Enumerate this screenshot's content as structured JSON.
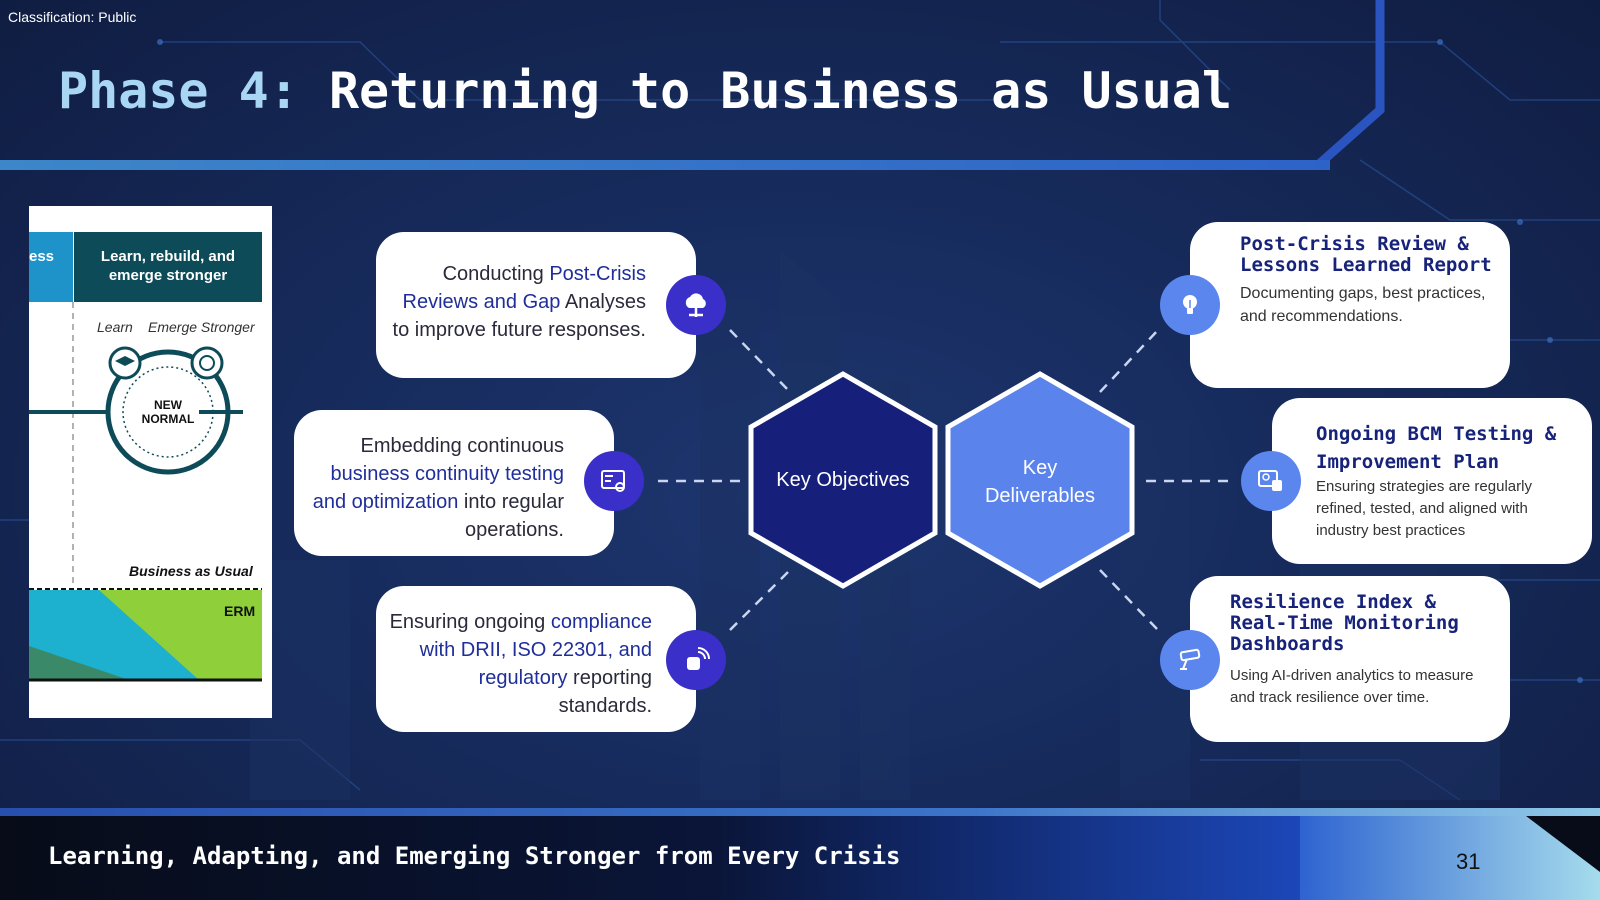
{
  "classification": "Classification: Public",
  "title": {
    "phase": "Phase 4:",
    "main": "Returning to Business as Usual"
  },
  "panel": {
    "tab_left": "ess",
    "tab_header": "Learn, rebuild, and emerge stronger",
    "learn": "Learn",
    "emerge": "Emerge Stronger",
    "new_normal": "NEW NORMAL",
    "business_as_usual": "Business as Usual",
    "erm": "ERM"
  },
  "hexagons": {
    "objectives": "Key Objectives",
    "deliverables": "Key Deliverables"
  },
  "objectives": [
    {
      "pre": "Conducting ",
      "hl": "Post-Crisis Reviews and Gap",
      "post": " Analyses to improve future responses.",
      "icon": "cloud-upload-icon"
    },
    {
      "pre": "Embedding continuous ",
      "hl": "business continuity testing and optimization",
      "post": " into regular operations.",
      "icon": "dashboard-search-icon"
    },
    {
      "pre": "Ensuring ongoing ",
      "hl": "compliance with DRII, ISO 22301, and regulatory",
      "post": " reporting standards.",
      "icon": "broadcast-icon"
    }
  ],
  "deliverables": [
    {
      "title": "Post-Crisis Review & Lessons Learned Report",
      "text": "Documenting gaps, best practices, and recommendations.",
      "icon": "lightbulb-icon"
    },
    {
      "title": "Ongoing BCM Testing & Improvement Plan",
      "text": "Ensuring strategies are regularly refined, tested, and aligned with industry best practices",
      "icon": "secure-monitor-icon"
    },
    {
      "title": "Resilience Index & Real-Time Monitoring Dashboards",
      "text": "Using AI-driven analytics to measure and track resilience over time.",
      "icon": "cctv-camera-icon"
    }
  ],
  "footer": {
    "tagline": "Learning, Adapting, and Emerging Stronger from Every Crisis",
    "page_number": "31"
  },
  "colors": {
    "hex_dark": "#16207a",
    "hex_light": "#5b83ec",
    "accent_text": "#1f2e9a",
    "icon_dark": "#3a2fc9",
    "icon_light": "#5b86ee"
  }
}
